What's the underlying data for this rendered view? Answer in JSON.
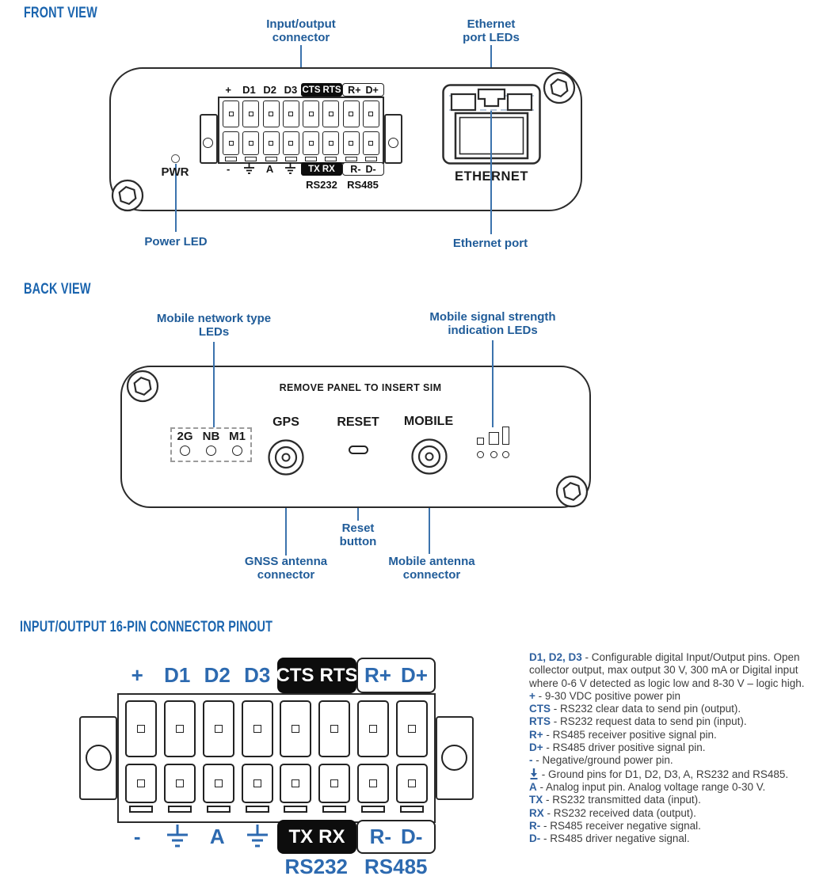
{
  "colors": {
    "heading": "#1a64ae",
    "annotation": "#205c99",
    "pin-blue": "#2d6ab0",
    "line": "#3c73ad",
    "outline": "#2b2b2b",
    "black-box": "#0d0d0d",
    "desc-text": "#3d3d3d",
    "desc-label": "#30619f"
  },
  "icons": {
    "screw": "screw-icon",
    "antenna_connector": "antenna-connector-icon",
    "ethernet_jack": "ethernet-jack-icon",
    "ground_symbol": "ground-icon",
    "ground_pin_bullet": "ground-arrow-icon",
    "power_led": "power-led-dot",
    "signal_bars": "signal-strength-bars"
  },
  "front_view": {
    "heading": "FRONT VIEW",
    "annotations": {
      "io_connector_line1": "Input/output",
      "io_connector_line2": "connector",
      "eth_leds_line1": "Ethernet",
      "eth_leds_line2": "port LEDs",
      "power_led": "Power LED",
      "ethernet_port": "Ethernet port"
    },
    "panel": {
      "pwr": "PWR",
      "ethernet": "ETHERNET"
    },
    "connector": {
      "top_plain": [
        "+",
        "D1",
        "D2",
        "D3"
      ],
      "top_black": [
        "CTS",
        "RTS"
      ],
      "top_boxed": [
        "R+",
        "D+"
      ],
      "bottom_plain": [
        "-",
        "A"
      ],
      "bottom_black": [
        "TX",
        "RX"
      ],
      "bottom_boxed": [
        "R-",
        "D-"
      ],
      "rs232": "RS232",
      "rs485": "RS485"
    }
  },
  "back_view": {
    "heading": "BACK VIEW",
    "annotations": {
      "network_leds_line1": "Mobile network type",
      "network_leds_line2": "LEDs",
      "signal_leds_line1": "Mobile signal strength",
      "signal_leds_line2": "indication LEDs",
      "reset_line1": "Reset",
      "reset_line2": "button",
      "gnss_line1": "GNSS antenna",
      "gnss_line2": "connector",
      "mobile_line1": "Mobile antenna",
      "mobile_line2": "connector"
    },
    "panel": {
      "sim_note": "REMOVE PANEL TO INSERT SIM",
      "network_leds": [
        "2G",
        "NB",
        "M1"
      ],
      "gps": "GPS",
      "reset": "RESET",
      "mobile": "MOBILE"
    }
  },
  "pinout": {
    "heading": "INPUT/OUTPUT 16-PIN CONNECTOR PINOUT",
    "connector": {
      "top_plain": [
        "+",
        "D1",
        "D2",
        "D3"
      ],
      "top_black": [
        "CTS",
        "RTS"
      ],
      "top_boxed": [
        "R+",
        "D+"
      ],
      "bottom_plain": [
        "-",
        "A"
      ],
      "bottom_black": [
        "TX",
        "RX"
      ],
      "bottom_boxed": [
        "R-",
        "D-"
      ],
      "rs232": "RS232",
      "rs485": "RS485"
    },
    "descriptions": [
      {
        "label": "D1, D2, D3",
        "desc": "- Configurable digital Input/Output pins. Open collector output, max output 30 V, 300 mA or Digital input where 0-6 V detected as logic low and 8-30 V – logic high."
      },
      {
        "label": "+",
        "desc": "- 9-30 VDC positive power pin"
      },
      {
        "label": "CTS",
        "desc": "- RS232 clear data to send pin (output)."
      },
      {
        "label": "RTS",
        "desc": "- RS232 request data to send pin (input)."
      },
      {
        "label": "R+",
        "desc": "- RS485 receiver positive signal pin."
      },
      {
        "label": "D+",
        "desc": "- RS485 driver positive signal pin."
      },
      {
        "label": "-",
        "desc": "- Negative/ground power pin."
      },
      {
        "label": "",
        "icon": "ground-arrow-icon",
        "desc": "- Ground pins for D1, D2, D3, A, RS232 and RS485."
      },
      {
        "label": "A",
        "desc": "- Analog input pin. Analog voltage range 0-30 V."
      },
      {
        "label": "TX",
        "desc": "- RS232 transmitted data (input)."
      },
      {
        "label": "RX",
        "desc": "- RS232 received data (output)."
      },
      {
        "label": "R-",
        "desc": "- RS485 receiver negative signal."
      },
      {
        "label": "D-",
        "desc": "- RS485 driver negative signal."
      }
    ]
  }
}
